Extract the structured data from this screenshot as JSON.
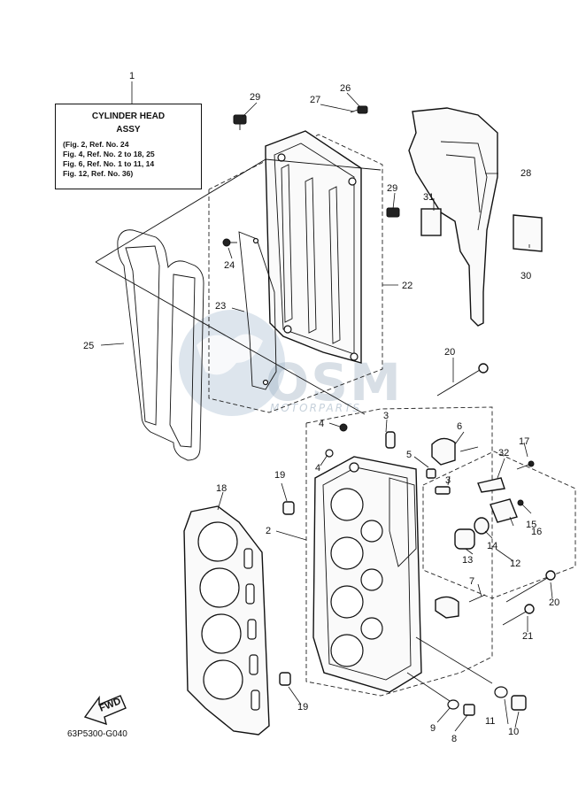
{
  "note_box": {
    "callout": "1",
    "title_line1": "CYLINDER HEAD",
    "title_line2": "ASSY",
    "lines": [
      "(Fig. 2, Ref. No. 24",
      " Fig. 4, Ref. No. 2 to 18, 25",
      " Fig. 6, Ref. No. 1 to 11, 14",
      " Fig. 12, Ref. No. 36)"
    ]
  },
  "diagram_code": "63P5300-G040",
  "fwd_label": "FWD",
  "watermark": {
    "logo": "OSM",
    "tagline": "MOTORPARTS",
    "color": "#b9c6d3"
  },
  "callouts": {
    "c2": "2",
    "c3a": "3",
    "c3b": "3",
    "c4a": "4",
    "c4b": "4",
    "c5": "5",
    "c6": "6",
    "c7": "7",
    "c8": "8",
    "c9": "9",
    "c10": "10",
    "c11": "11",
    "c12": "12",
    "c13": "13",
    "c14": "14",
    "c15": "15",
    "c16": "16",
    "c17": "17",
    "c18": "18",
    "c19a": "19",
    "c19b": "19",
    "c20a": "20",
    "c20b": "20",
    "c21": "21",
    "c22": "22",
    "c23": "23",
    "c24": "24",
    "c25": "25",
    "c26": "26",
    "c27": "27",
    "c28": "28",
    "c29a": "29",
    "c29b": "29",
    "c30": "30",
    "c31": "31",
    "c32": "32"
  }
}
